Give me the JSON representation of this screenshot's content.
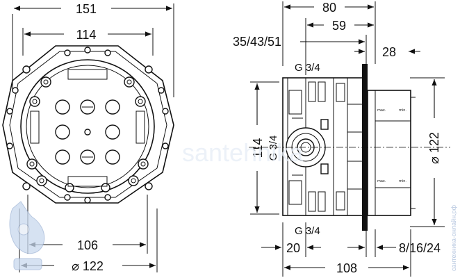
{
  "front_view": {
    "dim_outer_width": "151",
    "dim_inner_width": "114",
    "dim_bottom_center": "106",
    "dim_diameter": "⌀ 122"
  },
  "side_view": {
    "dim_depth_total": "80",
    "dim_depth_inner": "59",
    "dim_depth_options": "35/43/51",
    "dim_cover_depth": "28",
    "dim_thread_top": "G 3/4",
    "dim_height": "114",
    "dim_thread_side": "G 3/4",
    "dim_diameter": "⌀ 122",
    "dim_thread_bottom": "G 3/4",
    "dim_bottom_left": "20",
    "dim_bottom_total": "108",
    "dim_bottom_range": "8/16/24",
    "label_max": "max.",
    "label_min": "min."
  },
  "watermark": {
    "brand_text": "santehnika",
    "side_text": "сантехника-онлайн.рф"
  },
  "colors": {
    "line": "#111111",
    "watermark": "#9fb5d6"
  }
}
